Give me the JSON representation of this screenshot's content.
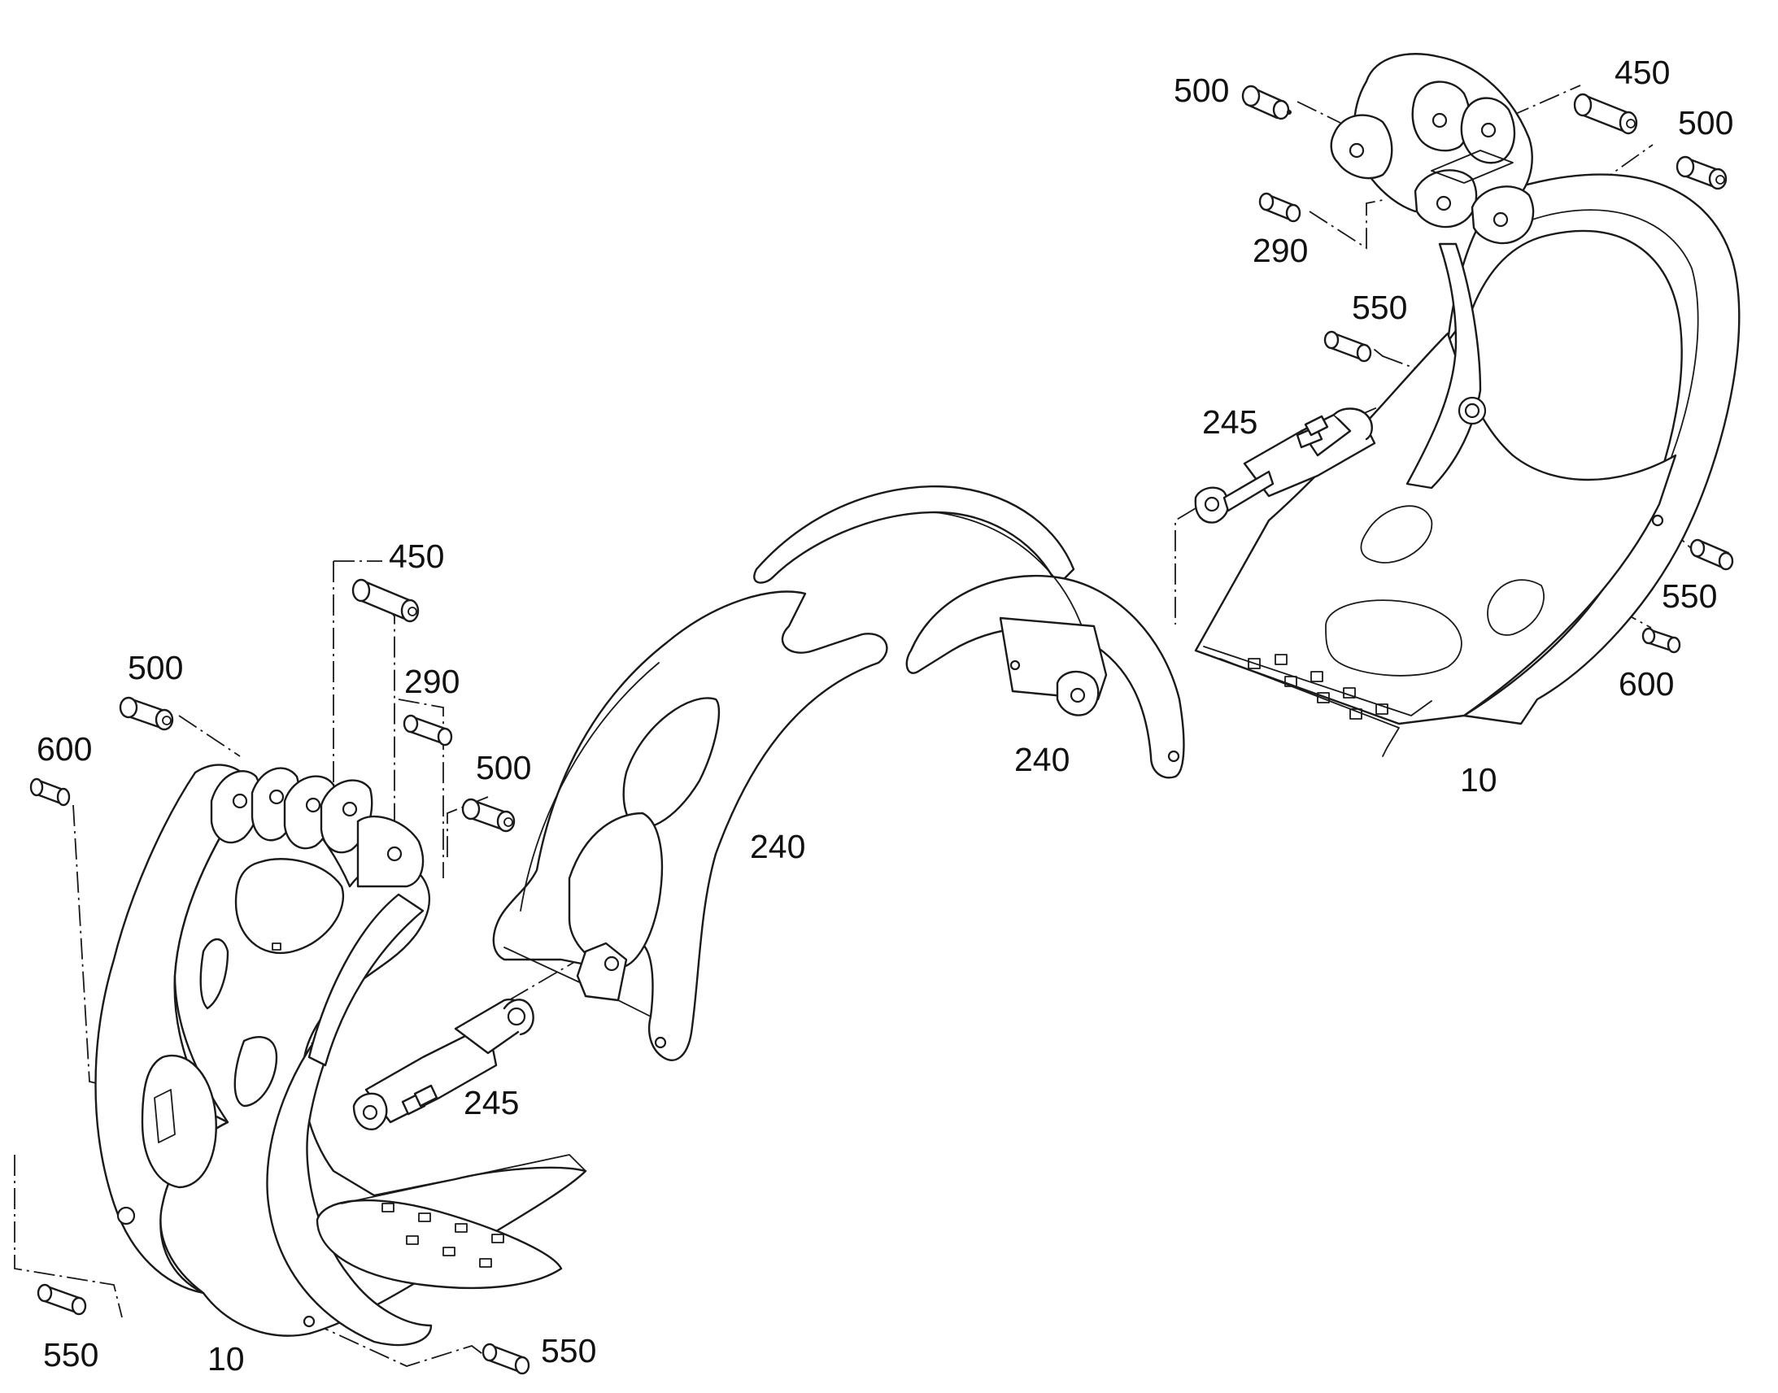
{
  "callouts": {
    "r_500_top": "500",
    "r_450": "450",
    "r_500_right": "500",
    "r_290": "290",
    "r_550_top": "550",
    "r_245": "245",
    "r_550_right": "550",
    "r_600": "600",
    "r_10": "10",
    "c_240_right": "240",
    "c_240_left": "240",
    "l_450": "450",
    "l_500_a": "500",
    "l_290": "290",
    "l_500_b": "500",
    "l_600": "600",
    "l_245": "245",
    "l_550_bottom": "550",
    "l_10": "10",
    "l_550_right": "550"
  }
}
